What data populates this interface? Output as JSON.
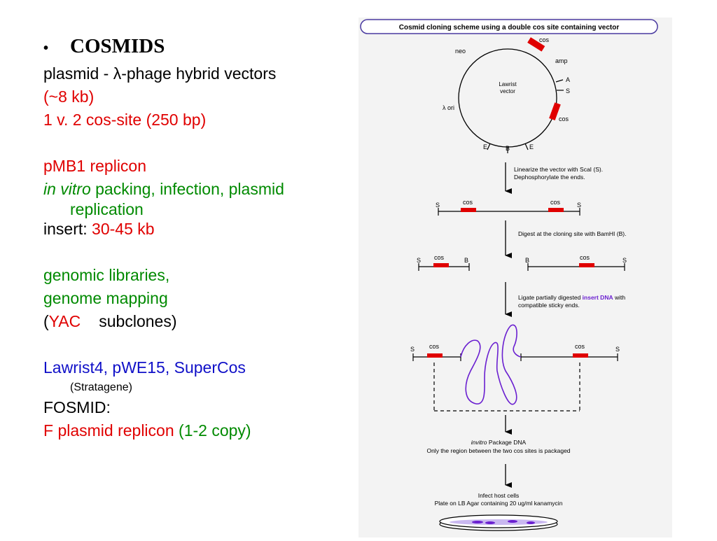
{
  "left_panel": {
    "title_bullet": "•",
    "title": "COSMIDS",
    "line_hybrid": "plasmid - λ-phage hybrid vectors",
    "line_size": "(~8 kb)",
    "line_cos": "1 v. 2 cos-site  (250 bp)",
    "line_replicon": "pMB1 replicon",
    "line_packing_italic": "in vitro",
    "line_packing_rest": " packing, infection, plasmid",
    "line_packing_cont": "replication",
    "line_insert_label": "insert: ",
    "line_insert_value": "30-45 kb",
    "line_genomic": "genomic libraries,",
    "line_mapping": "genome mapping",
    "line_yac_open": "(",
    "line_yac": "YAC",
    "line_yac_rest": "subclones)",
    "line_vectors": "Lawrist4, pWE15, SuperCos",
    "line_stratagene": "(Stratagene)",
    "line_fosmid": "FOSMID:",
    "line_f_replicon": "F plasmid replicon",
    "line_copy": "(1-2 copy)"
  },
  "diagram": {
    "title": "Cosmid cloning scheme using a double cos site containing vector",
    "plasmid_label_1": "Lawrist",
    "plasmid_label_2": "vector",
    "labels": {
      "neo": "neo",
      "cos": "cos",
      "amp": "amp",
      "A": "A",
      "S": "S",
      "lambda_ori": "λ ori",
      "E": "E",
      "B": "B"
    },
    "step1_line1": "Linearize the vector with ScaI (S).",
    "step1_line2": "Dephosphorylate the ends.",
    "step2": "Digest at the cloning site with BamHI (B).",
    "step3_pre": "Ligate partially digested ",
    "step3_highlight": "insert DNA",
    "step3_post": " with",
    "step3_line2": "compatible sticky ends.",
    "step4_italic": "invitro",
    "step4_rest": " Package DNA",
    "step4_line2": "Only the region between the two cos sites is packaged",
    "step5_line1": "Infect host cells",
    "step5_line2": "Plate on LB Agar containing 20 ug/ml kanamycin",
    "colors": {
      "cos_marker": "#e00000",
      "insert_dna": "#6a1fd0",
      "background": "#f3f3f3"
    }
  }
}
